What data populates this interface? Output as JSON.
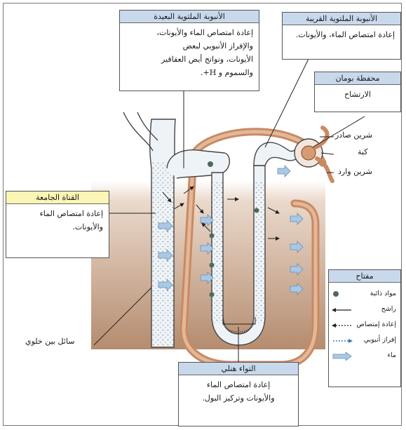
{
  "boxes": {
    "distal": {
      "title": "الأنبوبة الملتوية البعيدة",
      "lines": [
        "إعادة امتصاص الماء والأيونات،",
        "والإفراز الأنبوبي لبعض",
        "الأيونات، ونواتج أيض العقاقير",
        "والسموم و H+."
      ]
    },
    "proximal": {
      "title": "الأنبوبة الملتوية القريبة",
      "lines": [
        "إعادة امتصاص الماء، والأيونات."
      ]
    },
    "bowman": {
      "title": "محفظة بومان",
      "lines": [
        "الارتشاح"
      ]
    },
    "collecting": {
      "title": "القناة الجامعة",
      "lines": [
        "إعادة امتصاص الماء",
        "والأيونات."
      ]
    },
    "henle": {
      "title": "التواء هنلي",
      "lines": [
        "إعادة امتصاص الماء",
        "والأيونات وتركيز البول."
      ]
    }
  },
  "labels": {
    "efferent": "شرين صادر",
    "glomerulus": "كبة",
    "afferent": "شرين وارد",
    "interstitial": "سائل بين خلوي"
  },
  "key": {
    "title": "مفتاح",
    "items": [
      {
        "label": "مواد ذائبة",
        "icon": "solute-dot-icon"
      },
      {
        "label": "راشح",
        "icon": "filtrate-arrow-icon"
      },
      {
        "label": "إعادة إمتصاص",
        "icon": "reabsorption-arrow-icon"
      },
      {
        "label": "إفراز أنبوبي",
        "icon": "secretion-arrow-icon"
      },
      {
        "label": "ماء",
        "icon": "water-arrow-icon"
      }
    ]
  },
  "colors": {
    "vessel": "#c98a62",
    "vessel_light": "#e2b89a",
    "tissue_top": "#ffffff",
    "tissue_bottom": "#b58c6f",
    "header_blue": "#c9d9ec",
    "header_yellow": "#fbf5b6",
    "water_arrow": "#a9c8e6"
  }
}
